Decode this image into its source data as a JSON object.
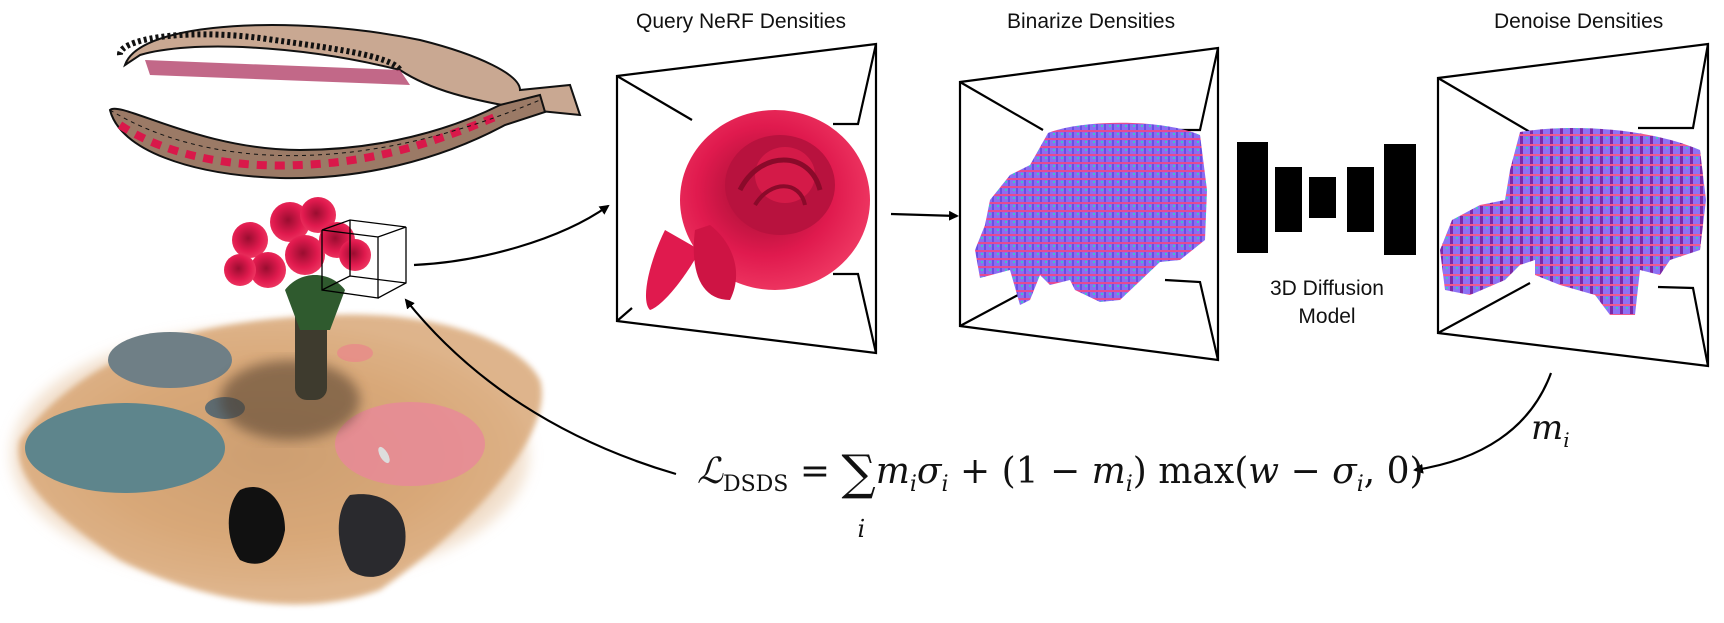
{
  "figure": {
    "stages": [
      {
        "id": "query",
        "title": "Query NeRF Densities",
        "content": "rose-crop-rgb"
      },
      {
        "id": "binarize",
        "title": "Binarize Densities",
        "content": "voxel-grid-normals"
      },
      {
        "id": "denoise",
        "title": "Denoise Densities",
        "content": "voxel-grid-normals-denoised"
      }
    ],
    "model": {
      "label_line1": "3D Diffusion",
      "label_line2": "Model",
      "icon": "unet-bars-icon"
    },
    "scene": {
      "description": "NeRF reconstruction of roses in vase on table with camera trajectory",
      "camera_path_icon": "camera-frustum-trajectory",
      "query_box_icon": "bounding-cube"
    },
    "loss": {
      "lhs": "ℒ",
      "lhs_sub": "DSDS",
      "equals": "=",
      "sum": "∑",
      "sum_index": "i",
      "rhs": "m",
      "rhs_parts": {
        "t1_m": "m",
        "t1_sub": "i",
        "t1_sigma": "σ",
        "t1_sigma_sub": "i",
        "plus": "+",
        "paren_open": "(1 − ",
        "t2_m": "m",
        "t2_sub": "i",
        "paren_close": ")",
        "max": "max",
        "max_open": "(",
        "w": "w",
        "minus": " − ",
        "t3_sigma": "σ",
        "t3_sub": "i",
        "tail": ", 0)"
      }
    },
    "mask_label": {
      "m": "m",
      "sub": "i"
    },
    "colors": {
      "rose": "#d91848",
      "voxel_purple": "#8a6cf0",
      "voxel_pink": "#e8408c",
      "voxel_teal": "#40c8c0",
      "table": "#d9a878",
      "plate": "#6b8a90",
      "stroke": "#000000"
    }
  }
}
